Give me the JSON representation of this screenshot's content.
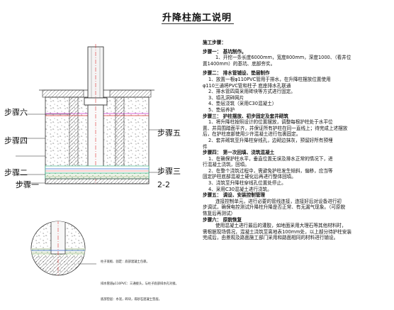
{
  "title": "升降柱施工说明",
  "drawing": {
    "labels": {
      "step6": "步骤六",
      "step4": "步骤四",
      "step2": "步骤二",
      "step1": "步骤一",
      "step5": "步骤五",
      "step3": "步骤三",
      "section": "2-2"
    },
    "captions": {
      "c1": "柱子底板、固定：底部混凝土包裹。",
      "c2": "排水管道φ110PVC：三通接头，与柱子底部排水孔对接。",
      "c3": "底部垫层：水泥，碎块，或砂石混凝土垫层。"
    }
  },
  "steps": {
    "header": "施工步骤：",
    "s1_title": "步骤一：  基坑制作。",
    "s1_l1": "1、开挖一条长度6000mm，宽度800mm，深度1000、（看井位",
    "s1_l2": "置1400mm）的基坑、底部夯实。",
    "s2_title": "步骤二：  排水管铺设、垫层制作",
    "s2_l1": "1、放置一根φ110PVC管用于排水，在升降柱摆放位置使用",
    "s2_l2": "φ110三通将PVC管和柱子    底座排水孔联通",
    "s2_l3": "2、排水管四周采用砖块等方式进行固定。",
    "s2_l4": "3、填孔洞碎网片",
    "s2_l5": "4、垫层浇筑（采用C30混凝土）",
    "s2_l6": "5、垫层养护",
    "s3_title": "步骤三：  护柱摆放、初步固定及套井砌筑",
    "s3_l1": "1、将升降柱按照设计的位置摆放，调整每根护柱处于水平位",
    "s3_l2": "置、并周围踏面平齐，并保证所有护柱在同一直线上；待完成上述摆放",
    "s3_l3": "后，在护柱底部使用少许混凝土进行包裹固定。",
    "s3_l4": "2、套井砌筑至升降柱穿线孔，边砌边抹灰，预留好所有预埋",
    "s3_l5": "件",
    "s4_title": "步骤四：  第一次回填、浇筑混凝土",
    "s4_l1": "1、在确保护柱水平，垂直位置无误及排水正常的情况下，进",
    "s4_l2": "行混凝土浇筑，回填。",
    "s4_l3": "2、在整个浇筑过程中，需避免护柱发生倾斜，偏移，应当等",
    "s4_l4": "固定护柱底部混凝土硬化后再进行整体回填。",
    "s4_l5": "3、浇筑至升降柱穿线孔位置处停止。",
    "s4_l6": "4、采用C30混凝土进行浇筑。",
    "s5_title": "步骤五：  调设、安装控制管理",
    "s5_l1": "连接控制单元，进行必要的管线连接，连接好后对设备进行初",
    "s5_l2": "步调试，确保电控测试升降柱升降是否正常、有无漏气现象。（可原貌",
    "s5_l3": "恢复后再测试）",
    "s6_title": "步骤六：  原貌恢复",
    "s6_l1": "使用混凝土进行最后的灌胶，如地面采用大理石等其他材料时，",
    "s6_l2": "需根据现场情况，混凝土浇筑至离地表100mm处，以上部分待护柱安装",
    "s6_l3": "完成后，由景观及路面施工部门采用和路面相同的材料进行铺设。"
  }
}
